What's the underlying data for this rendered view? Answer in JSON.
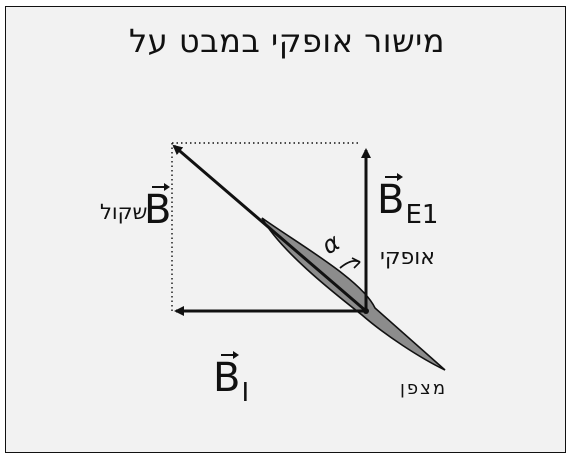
{
  "title": "מישור אופקי במבט על",
  "labels": {
    "b_total_symbol": "B",
    "b_total_word": "שקול",
    "b_e1_symbol": "B",
    "b_e1_sub": "E1",
    "b_i_symbol": "B",
    "b_i_sub": "I",
    "horizontal_word": "אופקי",
    "angle_symbol": "α",
    "compass_word": "מצפן"
  },
  "colors": {
    "background": "#f2f2f2",
    "ink": "#111111",
    "needle_fill": "#8c8c8c"
  }
}
